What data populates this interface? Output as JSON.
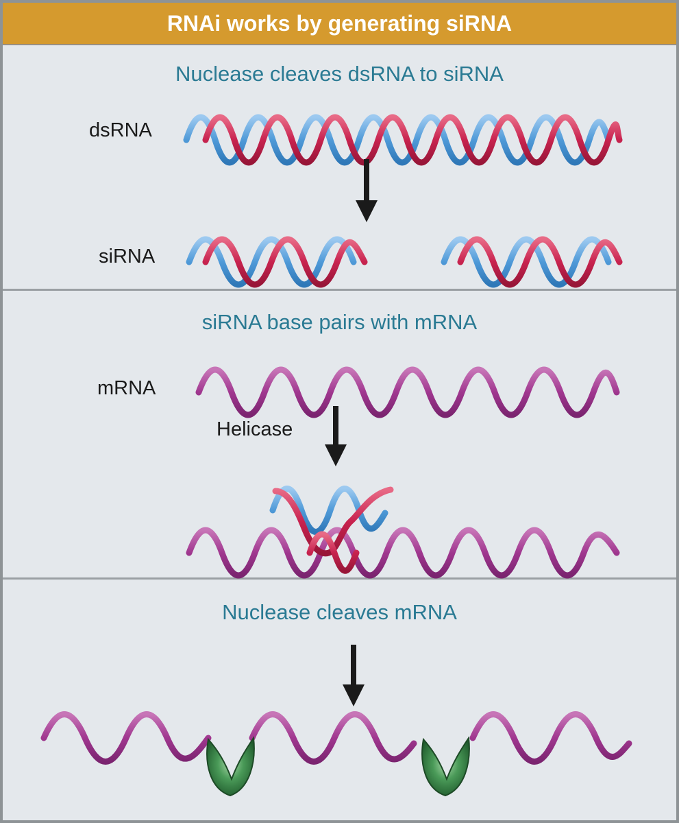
{
  "banner": {
    "title": "RNAi works by generating siRNA"
  },
  "panel1": {
    "heading": "Nuclease cleaves dsRNA to siRNA",
    "label_dsrna": "dsRNA",
    "label_sirna": "siRNA"
  },
  "panel2": {
    "heading": "siRNA base pairs with mRNA",
    "label_mrna": "mRNA",
    "label_helicase": "Helicase"
  },
  "panel3": {
    "heading": "Nuclease cleaves mRNA"
  },
  "colors": {
    "banner": "#d59a2e",
    "heading": "#2a7a93",
    "strand_blue": "#4f9ad8",
    "strand_red": "#c8234f",
    "strand_mrna": "#a0378f",
    "nuclease": "#2f7a3f"
  }
}
